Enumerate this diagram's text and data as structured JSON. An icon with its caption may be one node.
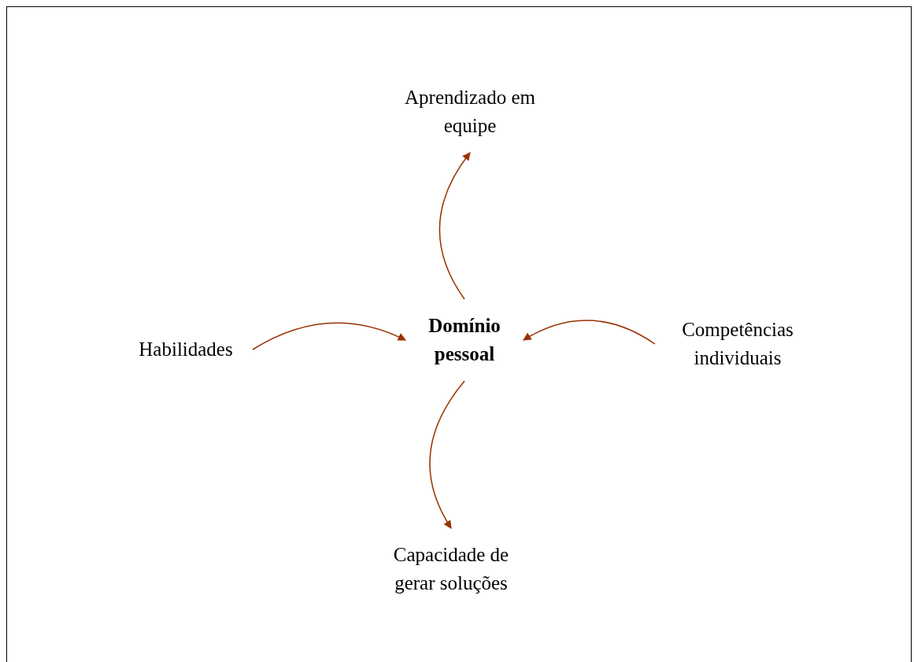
{
  "diagram": {
    "nodes": [
      {
        "text": [
          "Aprendizado em equipe"
        ]
      },
      {
        "text": [
          "Habilidades"
        ]
      },
      {
        "text": [
          "Domínio pessoal"
        ]
      },
      {
        "text": [
          "Competências individuais"
        ]
      },
      {
        "text": [
          "Capacidade de gerar soluções"
        ]
      }
    ],
    "edges": [
      {
        "from": 2,
        "to": 0,
        "arrow": "to"
      },
      {
        "from": 1,
        "to": 2,
        "arrow": "to"
      },
      {
        "from": 3,
        "to": 2,
        "arrow": "to"
      },
      {
        "from": 2,
        "to": 4,
        "arrow": "to"
      }
    ]
  }
}
